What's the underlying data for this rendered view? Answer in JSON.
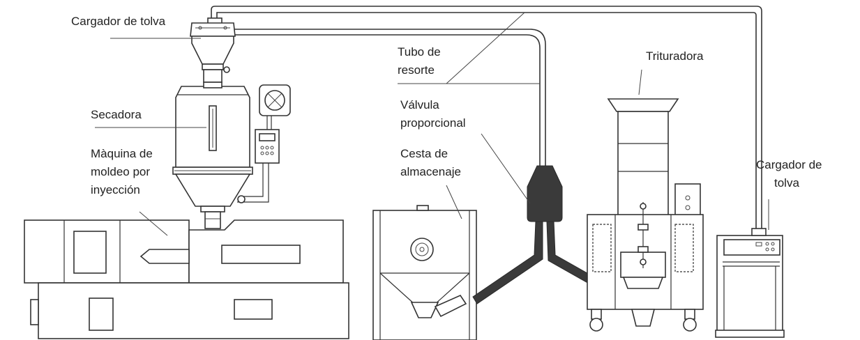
{
  "labels": {
    "hopper_loader_left": "Cargador de tolva",
    "dryer": "Secadora",
    "injection_machine": [
      "Màquina de",
      "moldeo por",
      "inyección"
    ],
    "spring_tube": [
      "Tubo de",
      "resorte"
    ],
    "proportional_valve": [
      "Válvula",
      "proporcional"
    ],
    "storage_basket": [
      "Cesta de",
      "almacenaje"
    ],
    "crusher": "Trituradora",
    "hopper_loader_right": [
      "Cargador de",
      "tolva"
    ]
  }
}
